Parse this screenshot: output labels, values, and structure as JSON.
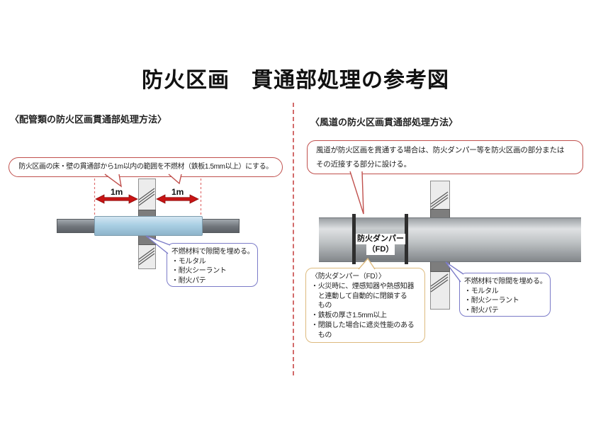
{
  "title": "防火区画　貫通部処理の参考図",
  "colors": {
    "note_border_red": "#c0504d",
    "arrow_red": "#c81414",
    "divider_red": "#d26a6a",
    "callout_blue": "#7b7bc8",
    "fd_box_tan": "#ddba7e",
    "sleeve_blue": "#a9cfe4",
    "duct_gray": "#bfc3c5"
  },
  "left_section": {
    "header": "〈配管類の防火区画貫通部処理方法〉",
    "rule_note": "防火区画の床・壁の貫通部から1m以内の範囲を不燃材（鉄板1.5mm以上）にする。",
    "dim_left": "1m",
    "dim_right": "1m",
    "callout": {
      "title": "不燃材料で隙間を埋める。",
      "items": [
        "・モルタル",
        "・耐火シーラント",
        "・耐火パテ"
      ]
    }
  },
  "right_section": {
    "header": "〈風道の防火区画貫通部処理方法〉",
    "rule_note_line1": "風道が防火区画を貫通する場合は、防火ダンパー等を防火区画の部分または",
    "rule_note_line2": "その近接する部分に設ける。",
    "damper_label_line1": "防火ダンパー",
    "damper_label_line2": "（FD）",
    "fd_box": {
      "title": "〈防火ダンパー（FD）〉",
      "lines": [
        "・火災時に、煙感知器や熱感知器",
        "　と連動して自動的に閉鎖する",
        "　もの",
        "・鉄板の厚さ1.5mm以上",
        "・閉鎖した場合に遮炎性能のある",
        "　もの"
      ]
    },
    "callout": {
      "title": "不燃材料で隙間を埋める。",
      "items": [
        "・モルタル",
        "・耐火シーラント",
        "・耐火パテ"
      ]
    }
  }
}
